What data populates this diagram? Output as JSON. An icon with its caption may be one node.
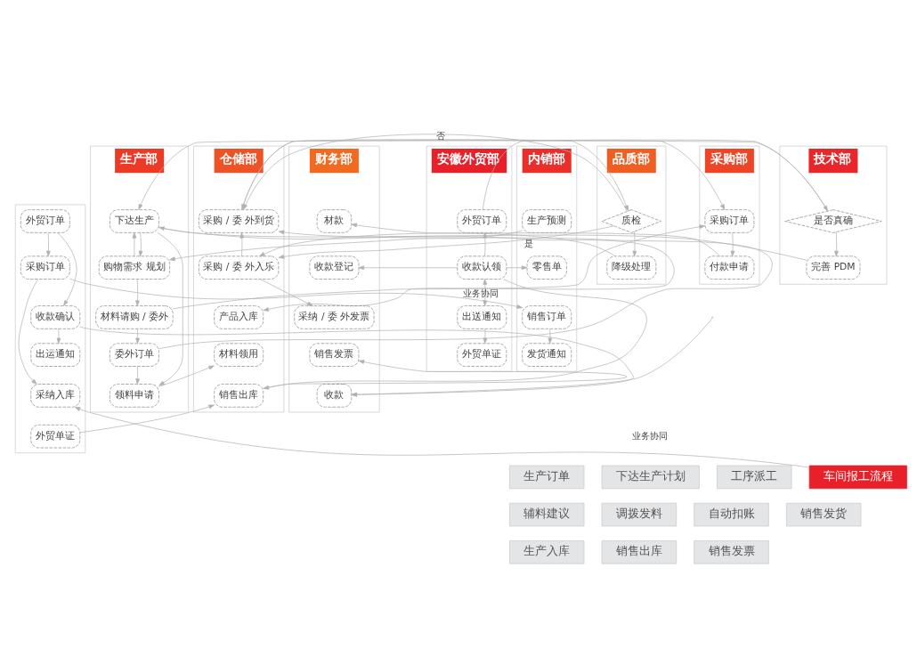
{
  "diagram": {
    "nodes": [
      {
        "text": [
          "安徽外贸部"
        ]
      },
      {
        "text": [
          "技术部"
        ]
      },
      {
        "text": [
          "内销部"
        ]
      },
      {
        "text": [
          "生产部"
        ]
      },
      {
        "text": [
          "采购部"
        ]
      },
      {
        "text": [
          "仓储部"
        ]
      },
      {
        "text": [
          "品质部"
        ]
      },
      {
        "text": [
          "财务部"
        ]
      },
      {
        "text": [],
        "shape": "box"
      },
      {
        "text": [
          "外贸订单"
        ],
        "in": 0
      },
      {
        "text": [
          "收款认领"
        ],
        "in": 0
      },
      {
        "text": [
          "出送通知"
        ],
        "in": 0
      },
      {
        "text": [
          "外贸单证"
        ],
        "in": 0
      },
      {
        "text": [
          "是否真确"
        ],
        "in": 1
      },
      {
        "text": [
          "完善 PDM"
        ],
        "in": 1
      },
      {
        "text": [
          "生产预测"
        ],
        "in": 2
      },
      {
        "text": [
          "零售单"
        ],
        "in": 2
      },
      {
        "text": [
          "销售订单"
        ],
        "in": 2
      },
      {
        "text": [
          "发货通知"
        ],
        "in": 2
      },
      {
        "text": [
          "下达生产"
        ],
        "in": 3
      },
      {
        "text": [
          "购物需求 规划"
        ],
        "in": 3
      },
      {
        "text": [
          "材料请购 / 委外"
        ],
        "in": 3
      },
      {
        "text": [
          "委外订单"
        ],
        "in": 3
      },
      {
        "text": [
          "领料申请"
        ],
        "in": 3
      },
      {
        "text": [
          "采购订单"
        ],
        "in": 4
      },
      {
        "text": [
          "付款申请"
        ],
        "in": 4
      },
      {
        "text": [
          "采购 / 委 外到货"
        ],
        "in": 5
      },
      {
        "text": [
          "采购 / 委 外入乐"
        ],
        "in": 5
      },
      {
        "text": [
          "产品入库"
        ],
        "in": 5
      },
      {
        "text": [
          "材料领用"
        ],
        "in": 5
      },
      {
        "text": [
          "销售出库"
        ],
        "in": 5
      },
      {
        "text": [
          "质检"
        ],
        "in": 6
      },
      {
        "text": [
          "降级处理"
        ],
        "in": 6
      },
      {
        "text": [
          "材款"
        ],
        "in": 7
      },
      {
        "text": [
          "收款登记"
        ],
        "in": 7
      },
      {
        "text": [
          "采纳 / 委 外发票"
        ],
        "in": 7
      },
      {
        "text": [
          "销售发票"
        ],
        "in": 7
      },
      {
        "text": [
          "收款"
        ],
        "in": 7
      },
      {
        "text": [
          "外贸订单"
        ],
        "in": 8
      },
      {
        "text": [
          "采购订单"
        ],
        "in": 8
      },
      {
        "text": [
          "收款确认"
        ],
        "in": 8
      },
      {
        "text": [
          "出运通知"
        ],
        "in": 8
      },
      {
        "text": [
          "采纳入库"
        ],
        "in": 8
      },
      {
        "text": [
          "外贸单证"
        ],
        "in": 8
      },
      {
        "text": [
          "生产订单"
        ]
      },
      {
        "text": [
          "下达生产计划"
        ]
      },
      {
        "text": [
          "工序派工"
        ]
      },
      {
        "text": [
          "车间报工流程"
        ]
      },
      {
        "text": [
          "辅料建议"
        ]
      },
      {
        "text": [
          "调拨发料"
        ]
      },
      {
        "text": [
          "自动扣账"
        ]
      },
      {
        "text": [
          "销售发货"
        ]
      },
      {
        "text": [
          "生产入库"
        ]
      },
      {
        "text": [
          "销售出库"
        ]
      },
      {
        "text": [
          "销售发票"
        ]
      }
    ],
    "edges": [
      {
        "from": 9,
        "to": 13,
        "arrow": "to"
      },
      {
        "from": 13,
        "to": 14,
        "arrow": "to"
      },
      {
        "from": 13,
        "to": 19,
        "arrow": "to"
      },
      {
        "from": 15,
        "to": 20,
        "arrow": "to"
      },
      {
        "from": 14,
        "to": 19,
        "arrow": "to"
      },
      {
        "from": 20,
        "to": 19,
        "arrow": "to"
      },
      {
        "from": 19,
        "to": 20,
        "arrow": "to"
      },
      {
        "from": 19,
        "to": 28,
        "arrow": "to"
      },
      {
        "from": 19,
        "to": 23,
        "arrow": "to"
      },
      {
        "from": 20,
        "to": 21,
        "arrow": "to"
      },
      {
        "from": 21,
        "to": 22,
        "arrow": "to"
      },
      {
        "from": 22,
        "to": 23,
        "arrow": "to"
      },
      {
        "from": 21,
        "to": 24,
        "arrow": "to"
      },
      {
        "from": 22,
        "to": 26,
        "arrow": "to"
      },
      {
        "from": 27,
        "to": 26,
        "arrow": "to"
      },
      {
        "from": 24,
        "to": 26,
        "arrow": "both"
      },
      {
        "from": 26,
        "to": 31,
        "arrow": "to"
      },
      {
        "from": 31,
        "to": 27,
        "label": "是",
        "arrow": "to"
      },
      {
        "from": 31,
        "to": 26,
        "label": "否",
        "arrow": "to"
      },
      {
        "from": 31,
        "to": 32,
        "arrow": "to"
      },
      {
        "from": 32,
        "to": 27,
        "arrow": "to"
      },
      {
        "from": 27,
        "to": 35,
        "arrow": "to"
      },
      {
        "from": 24,
        "to": 25,
        "arrow": "to"
      },
      {
        "from": 25,
        "to": 33,
        "arrow": "to"
      },
      {
        "from": 10,
        "to": 9,
        "arrow": "to"
      },
      {
        "from": 10,
        "to": 34,
        "arrow": "to"
      },
      {
        "from": 10,
        "to": 11,
        "arrow": "both"
      },
      {
        "from": 10,
        "to": 30,
        "arrow": "to"
      },
      {
        "from": 10,
        "to": 16,
        "arrow": "to"
      },
      {
        "from": 11,
        "to": 12,
        "arrow": "to"
      },
      {
        "from": 17,
        "to": 18,
        "arrow": "to"
      },
      {
        "from": 39,
        "to": 17,
        "label": "业务协同",
        "arrow": "to"
      },
      {
        "from": 47,
        "to": 42,
        "label": "业务协同",
        "arrow": "to"
      },
      {
        "from": 23,
        "to": 29,
        "arrow": "to"
      },
      {
        "from": 30,
        "to": 36,
        "arrow": "to"
      },
      {
        "from": 38,
        "to": 39,
        "arrow": "to"
      },
      {
        "from": 38,
        "to": 40,
        "arrow": "to"
      },
      {
        "from": 40,
        "to": 41,
        "arrow": "to"
      },
      {
        "from": 40,
        "to": 37,
        "arrow": "to"
      },
      {
        "from": 39,
        "to": 42,
        "arrow": "to"
      },
      {
        "from": 43,
        "to": 30,
        "arrow": "to"
      },
      {
        "from": null,
        "to": 37,
        "arrow": "to"
      }
    ]
  }
}
